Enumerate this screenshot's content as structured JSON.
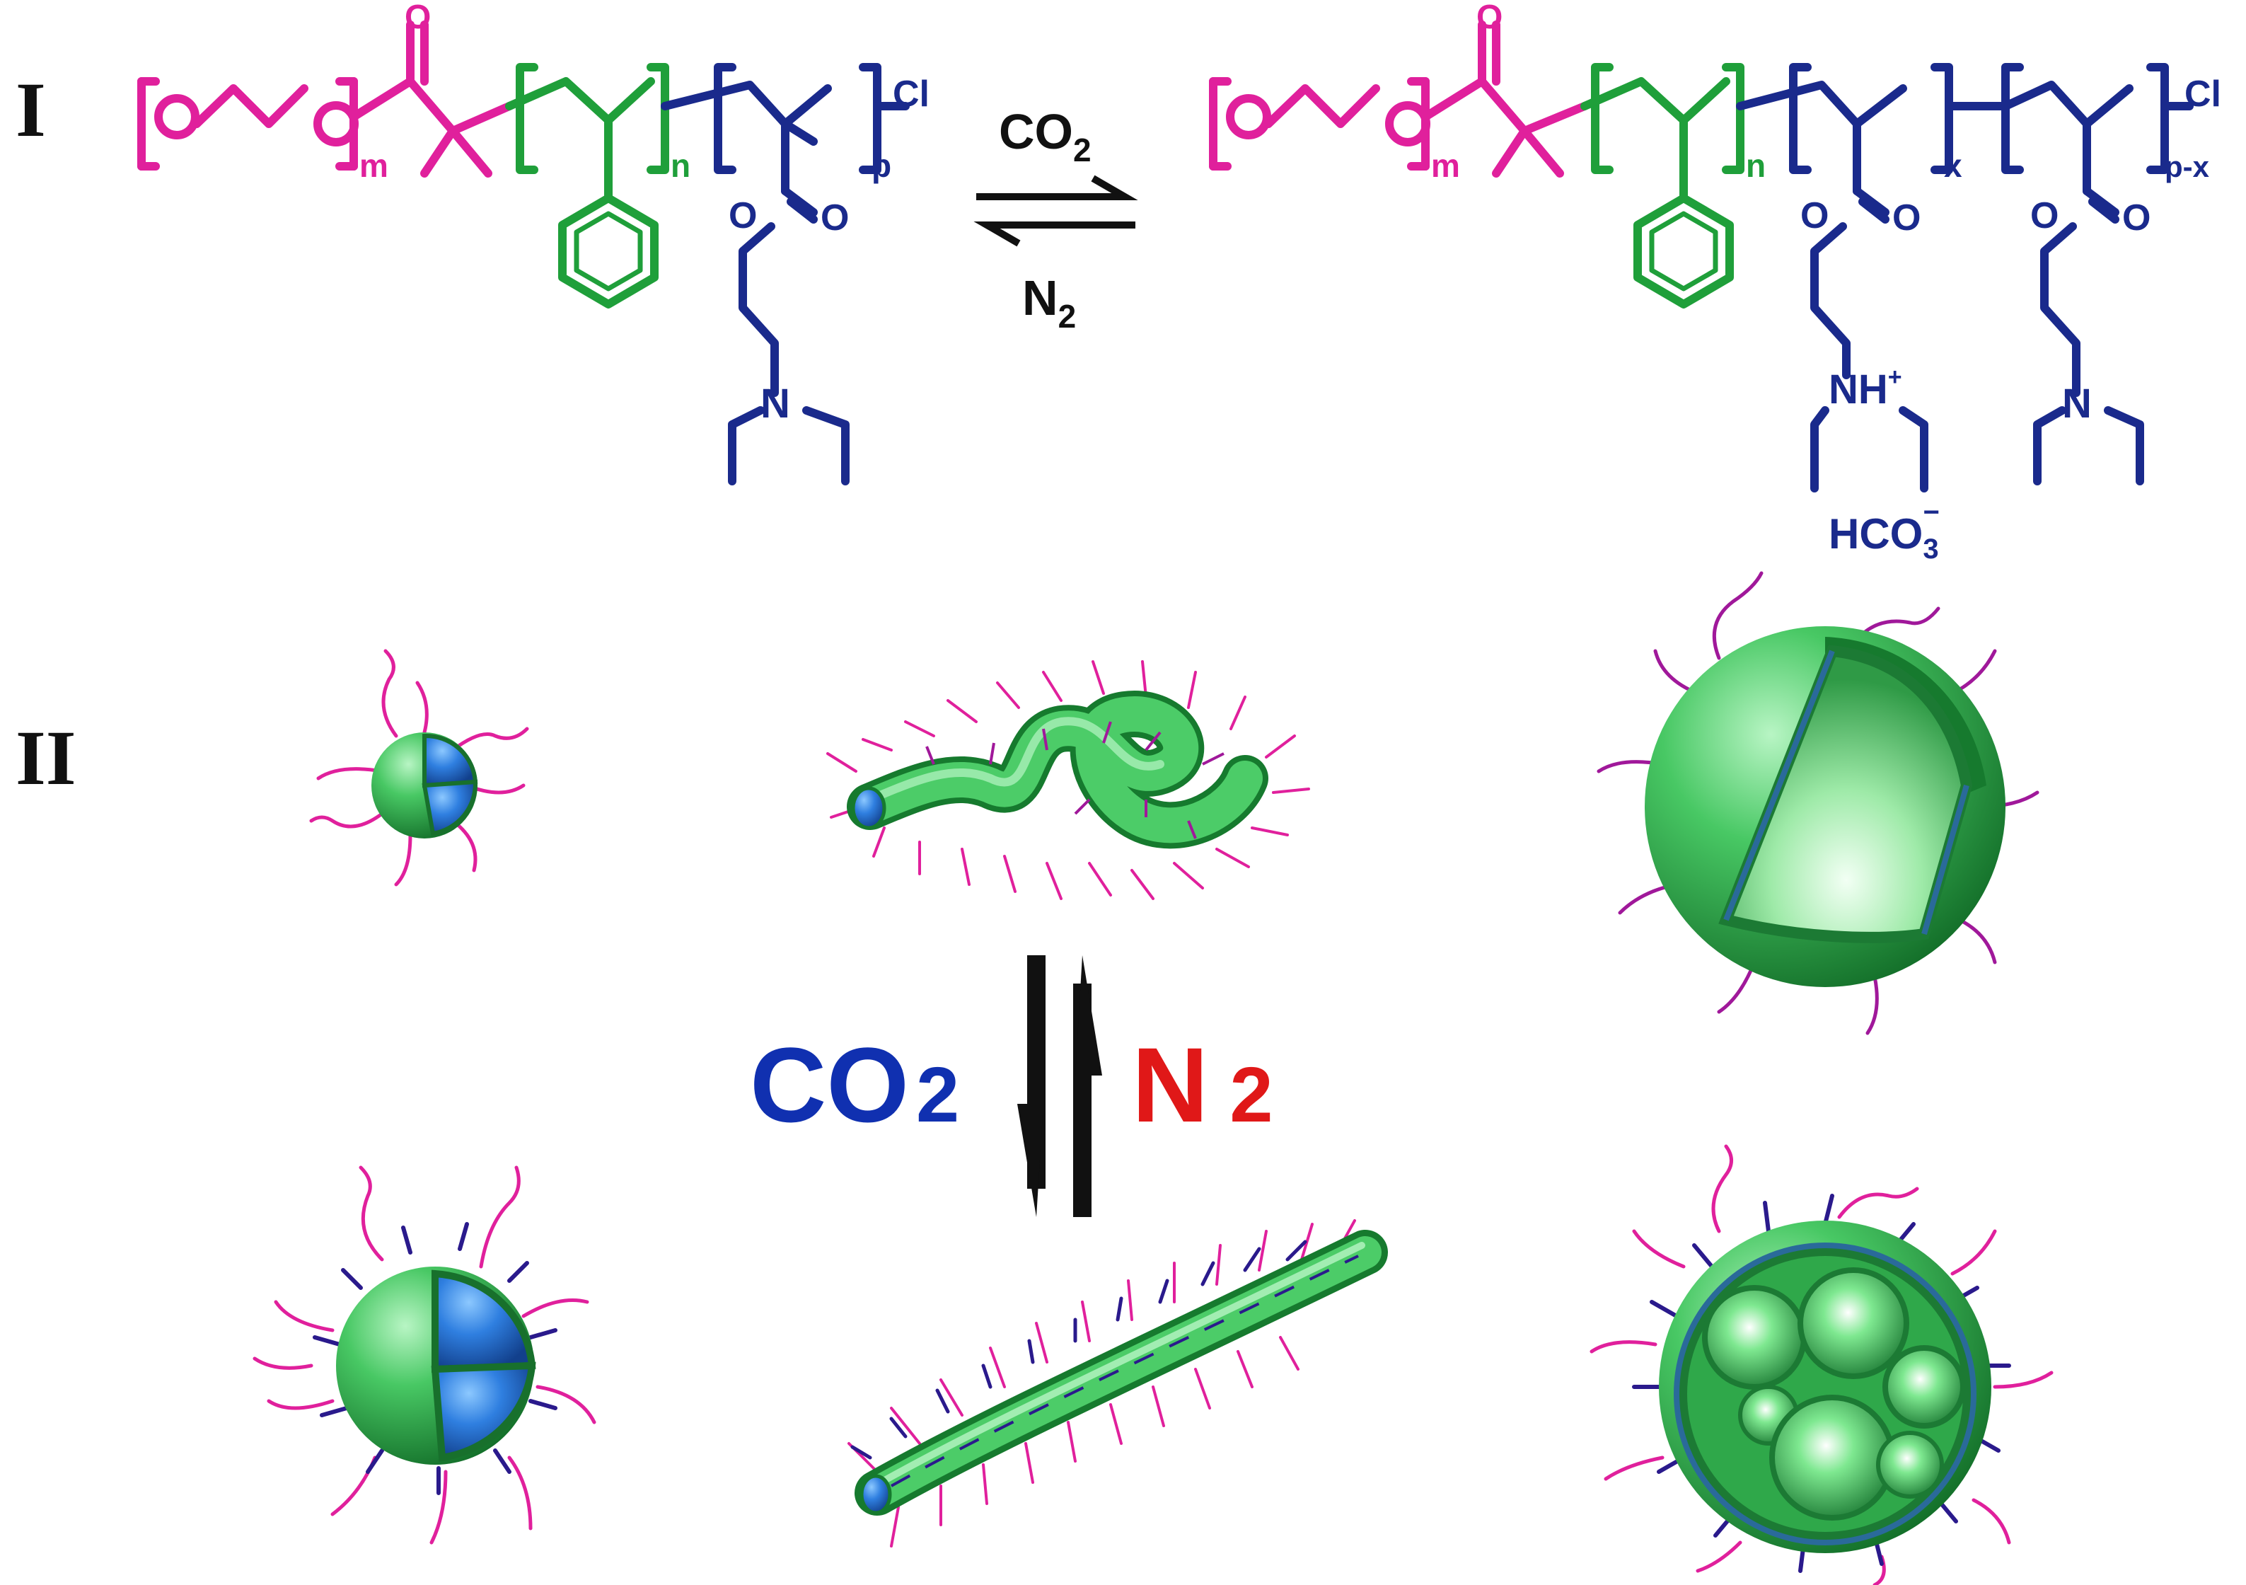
{
  "panels": {
    "one": "I",
    "two": "II"
  },
  "reaction": {
    "forward_gas": "CO",
    "reverse_gas": "N",
    "subscript": "2"
  },
  "morphology": {
    "forward_gas": "CO",
    "reverse_gas": "N",
    "subscript": "2"
  },
  "left_polymer": {
    "m": "m",
    "n": "n",
    "p": "p",
    "end_group": "Cl",
    "ester_o": "O",
    "carbonyl_o": "O",
    "amine": "N"
  },
  "right_polymer": {
    "m": "m",
    "n": "n",
    "x": "x",
    "px": "p-x",
    "end_group": "Cl",
    "ester_o": "O",
    "carbonyl_o": "O",
    "protonated_amine": "NH",
    "plus": "+",
    "amine": "N",
    "counter_ion": "HCO",
    "counter_sub": "3",
    "counter_charge": "−"
  },
  "colors": {
    "peo": "#e0209c",
    "polystyrene": "#1f9f3a",
    "pdeaema": "#1a2a8c",
    "co2_label": "#1030b0",
    "n2_label": "#e01818",
    "green_body": "#3cc25c",
    "blue_core": "#2f7fe0"
  }
}
